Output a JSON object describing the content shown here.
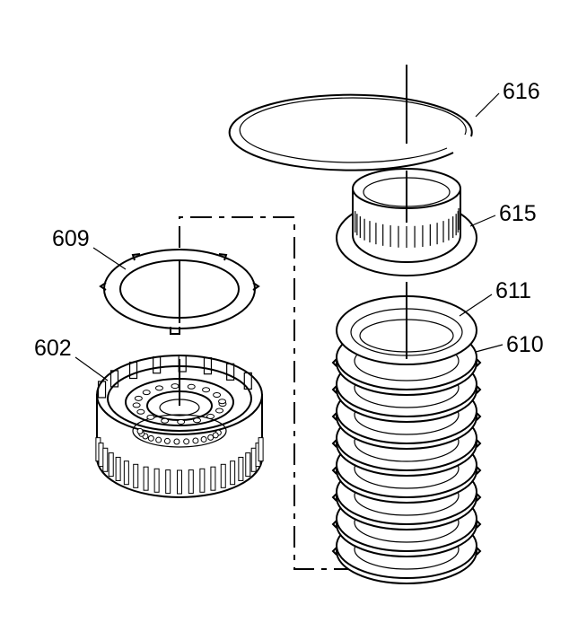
{
  "diagram": {
    "callouts": {
      "c616": "616",
      "c615": "615",
      "c611": "611",
      "c610": "610",
      "c609": "609",
      "c602": "602"
    }
  }
}
